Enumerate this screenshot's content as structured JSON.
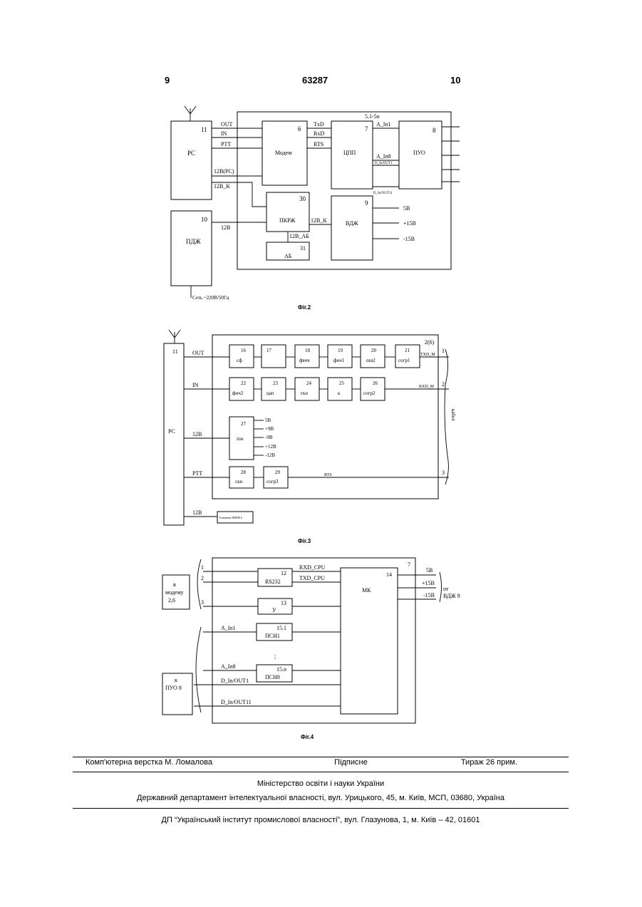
{
  "header": {
    "left_page": "9",
    "patent_number": "63287",
    "right_page": "10"
  },
  "fig2": {
    "caption": "Фіг.2",
    "blocks": {
      "rs": {
        "num": "11",
        "label": "PC"
      },
      "modem": {
        "num": "6",
        "label": "Модем"
      },
      "cpu": {
        "num": "7",
        "label": "ЦПП"
      },
      "puo": {
        "num": "8",
        "label": "ПУО"
      },
      "pkrzh": {
        "num": "30",
        "label": "ПКРЖ"
      },
      "vdzh": {
        "num": "9",
        "label": "ВДЖ"
      },
      "ab": {
        "num": "31",
        "label": "АБ"
      },
      "pdzh": {
        "num": "10",
        "label": "ПДЖ"
      }
    },
    "signals": {
      "out": "OUT",
      "in": "IN",
      "ptt": "PTT",
      "v12rs": "12В(РС)",
      "v12k": "12В_К",
      "txd": "TxD",
      "rxd": "RxD",
      "rts": "RTS",
      "bus": "5.1-5n",
      "a_in1": "A_In1",
      "a_in8": "A_In8",
      "d_io": "D_In/OUT1",
      "d_io11": "D_In/OUT11",
      "v12": "12В",
      "v12k2": "12В_К",
      "v12ab": "12В_АБ",
      "p5": "5В",
      "p15": "+15В",
      "m15": "-15В",
      "mains": "Сеть ~220В/50Гц"
    }
  },
  "fig3": {
    "caption": "Фіг.3",
    "frame": "2(6)",
    "cable": "кабел",
    "rs": {
      "num": "11",
      "label": "PC"
    },
    "blocks": [
      {
        "num": "16",
        "label": "сф"
      },
      {
        "num": "17",
        "label": ""
      },
      {
        "num": "18",
        "label": "фвчч"
      },
      {
        "num": "19",
        "label": "фнч1"
      },
      {
        "num": "20",
        "label": "пш2"
      },
      {
        "num": "21",
        "label": "согр1"
      },
      {
        "num": "22",
        "label": "фнч2"
      },
      {
        "num": "23",
        "label": "цап"
      },
      {
        "num": "24",
        "label": "гкн"
      },
      {
        "num": "25",
        "label": "к"
      },
      {
        "num": "26",
        "label": "согр2"
      },
      {
        "num": "27",
        "label": "іпн"
      },
      {
        "num": "28",
        "label": "скн"
      },
      {
        "num": "29",
        "label": "согр3"
      }
    ],
    "signals": {
      "out": "OUT",
      "in": "IN",
      "v12": "12В",
      "ptt": "PTT",
      "v12b": "12В",
      "txd_m": "TXD_M",
      "rxd_m": "RXD_M",
      "rts": "RTS",
      "p1": "1",
      "p2": "2",
      "p3": "3",
      "rails": [
        "5В",
        "+9В",
        "-9В",
        "+12В",
        "-12В"
      ],
      "small_box": "Елементи ПКРЖ 6"
    }
  },
  "fig4": {
    "caption": "Фіг.4",
    "frame": "7",
    "blocks": {
      "rs232": {
        "num": "12",
        "label": "RS232"
      },
      "u": {
        "num": "13",
        "label": "У"
      },
      "mk": {
        "num": "14",
        "label": "МК"
      },
      "psn1": {
        "num": "15.1",
        "label": "ПСН1"
      },
      "psn8": {
        "num": "15.n",
        "label": "ПСН8"
      }
    },
    "signals": {
      "rxd": "RXD_CPU",
      "txd": "TXD_CPU",
      "a_in1": "A_In1",
      "a_in8": "A_In8",
      "d_io1": "D_In/OUT1",
      "d_io11": "D_In/OUT11",
      "p5": "5В",
      "p15": "+15В",
      "m15": "-15В",
      "p1": "1",
      "p2": "2",
      "p3": "3"
    },
    "left_modem": [
      "в",
      "модему",
      "2,6"
    ],
    "left_puo": [
      "к",
      "ПУО 8"
    ],
    "right_vdzh": [
      "от",
      "ВДЖ 9"
    ]
  },
  "footer": {
    "layout": "Комп'ютерна верстка М. Ломалова",
    "signed": "Підписне",
    "print_run": "Тираж 26 прим.",
    "ministry": "Міністерство освіти і науки України",
    "department": "Державний департамент інтелектуальної власності, вул. Урицького, 45, м. Київ, МСП, 03680, Україна",
    "institute": "ДП “Український інститут промислової власності”, вул. Глазунова, 1, м. Київ – 42, 01601"
  }
}
